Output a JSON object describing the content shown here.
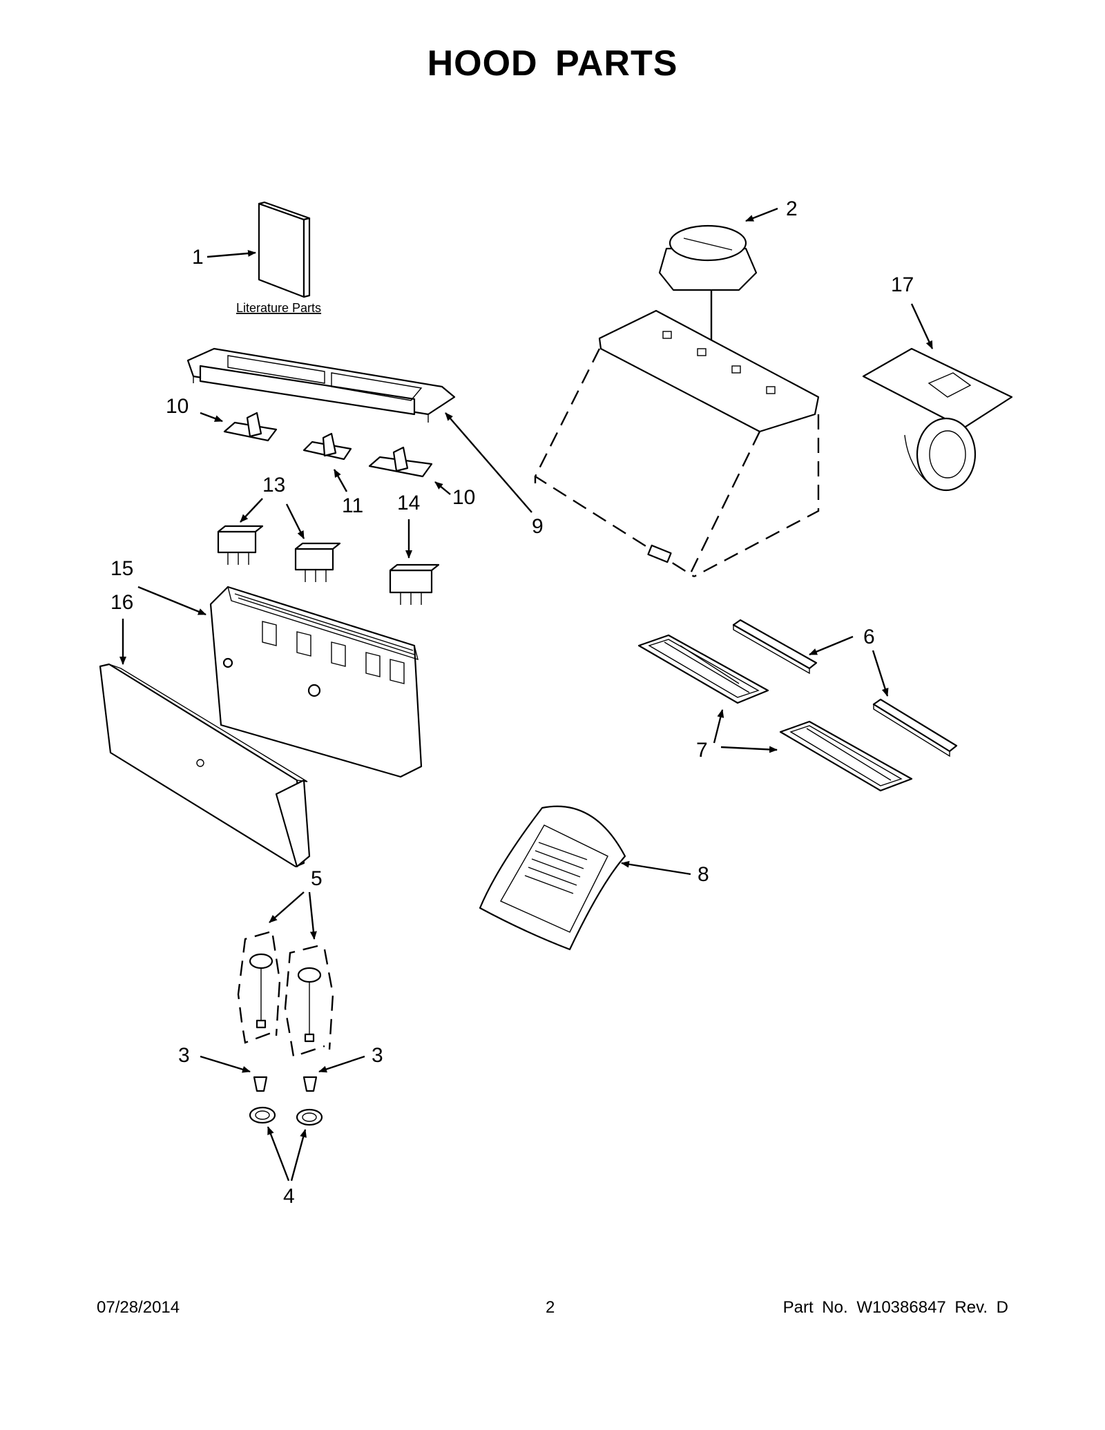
{
  "title": "HOOD PARTS",
  "literature_label": "Literature Parts",
  "callouts": {
    "c1": "1",
    "c2": "2",
    "c3a": "3",
    "c3b": "3",
    "c4": "4",
    "c5": "5",
    "c6": "6",
    "c7a": "7",
    "c7b": "7",
    "c8": "8",
    "c9": "9",
    "c10a": "10",
    "c10b": "10",
    "c11": "11",
    "c13": "13",
    "c14": "14",
    "c15": "15",
    "c16": "16",
    "c17": "17"
  },
  "footer": {
    "date": "07/28/2014",
    "page": "2",
    "part": "Part No.  W10386847  Rev.  D"
  }
}
